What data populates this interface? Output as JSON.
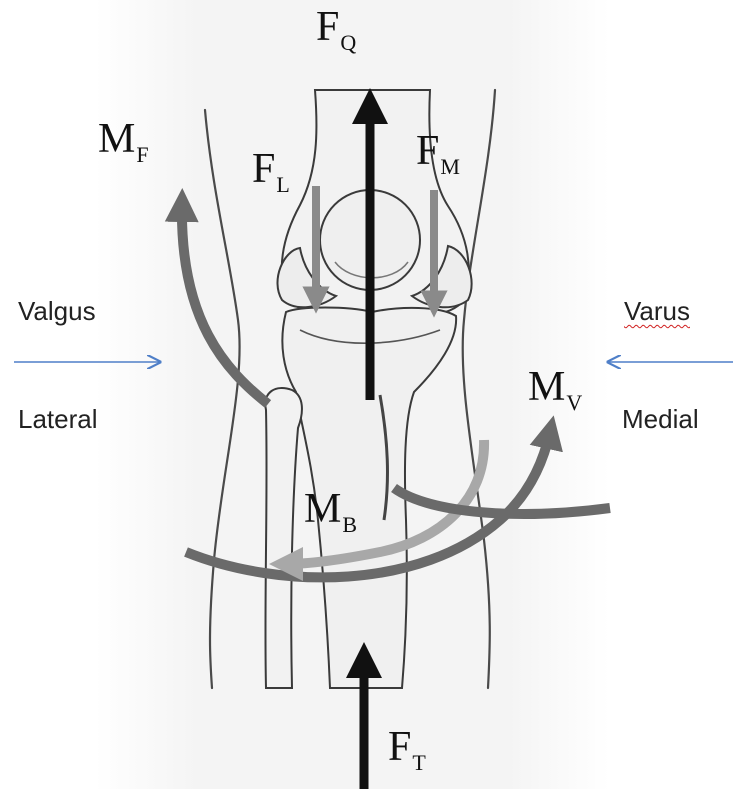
{
  "labels": {
    "fq": {
      "main": "F",
      "sub": "Q"
    },
    "fl": {
      "main": "F",
      "sub": "L"
    },
    "fm": {
      "main": "F",
      "sub": "M"
    },
    "ft": {
      "main": "F",
      "sub": "T"
    },
    "mf": {
      "main": "M",
      "sub": "F"
    },
    "mv": {
      "main": "M",
      "sub": "V"
    },
    "mb": {
      "main": "M",
      "sub": "B"
    }
  },
  "sides": {
    "valgus": "Valgus",
    "lateral": "Lateral",
    "varus": "Varus",
    "medial": "Medial"
  },
  "colors": {
    "blue_arrow": "#4f7fc8",
    "black_arrow": "#111111",
    "dark_gray_arrow": "#6a6a6a",
    "mid_gray_arrow": "#8a8a8a",
    "light_gray_arrow": "#a8a8a8",
    "bone_outline": "#3a3a3a",
    "bone_fill": "#f2f2f2"
  }
}
